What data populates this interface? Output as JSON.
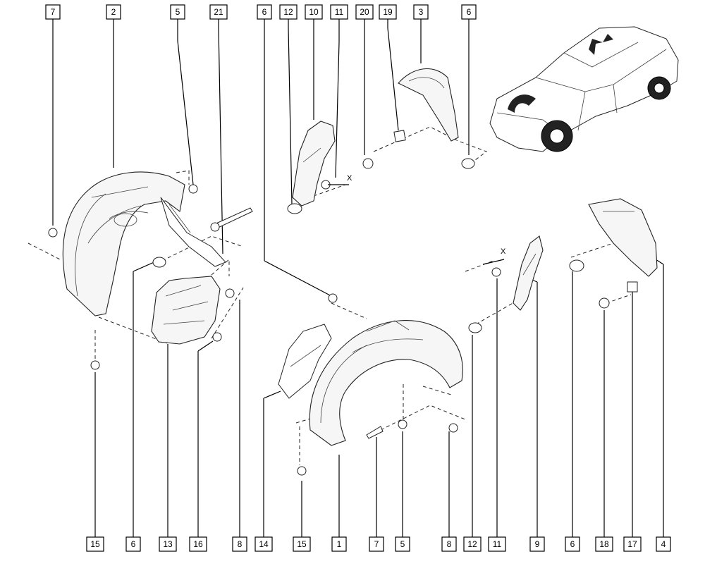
{
  "callouts_top": [
    {
      "id": "top-7",
      "label": "7"
    },
    {
      "id": "top-2",
      "label": "2"
    },
    {
      "id": "top-5",
      "label": "5"
    },
    {
      "id": "top-21",
      "label": "21"
    },
    {
      "id": "top-6a",
      "label": "6"
    },
    {
      "id": "top-12",
      "label": "12"
    },
    {
      "id": "top-10",
      "label": "10"
    },
    {
      "id": "top-11",
      "label": "11"
    },
    {
      "id": "top-20",
      "label": "20"
    },
    {
      "id": "top-19",
      "label": "19"
    },
    {
      "id": "top-3",
      "label": "3"
    },
    {
      "id": "top-6b",
      "label": "6"
    }
  ],
  "callouts_bottom": [
    {
      "id": "bot-15a",
      "label": "15"
    },
    {
      "id": "bot-6a",
      "label": "6"
    },
    {
      "id": "bot-13",
      "label": "13"
    },
    {
      "id": "bot-16",
      "label": "16"
    },
    {
      "id": "bot-8a",
      "label": "8"
    },
    {
      "id": "bot-14",
      "label": "14"
    },
    {
      "id": "bot-15b",
      "label": "15"
    },
    {
      "id": "bot-1",
      "label": "1"
    },
    {
      "id": "bot-7",
      "label": "7"
    },
    {
      "id": "bot-5",
      "label": "5"
    },
    {
      "id": "bot-8b",
      "label": "8"
    },
    {
      "id": "bot-12",
      "label": "12"
    },
    {
      "id": "bot-11",
      "label": "11"
    },
    {
      "id": "bot-9",
      "label": "9"
    },
    {
      "id": "bot-6b",
      "label": "6"
    },
    {
      "id": "bot-18",
      "label": "18"
    },
    {
      "id": "bot-17",
      "label": "17"
    },
    {
      "id": "bot-4",
      "label": "4"
    }
  ],
  "axis_marks": [
    {
      "id": "x-mark-top",
      "label": "X"
    },
    {
      "id": "x-mark-mid",
      "label": "X"
    }
  ]
}
